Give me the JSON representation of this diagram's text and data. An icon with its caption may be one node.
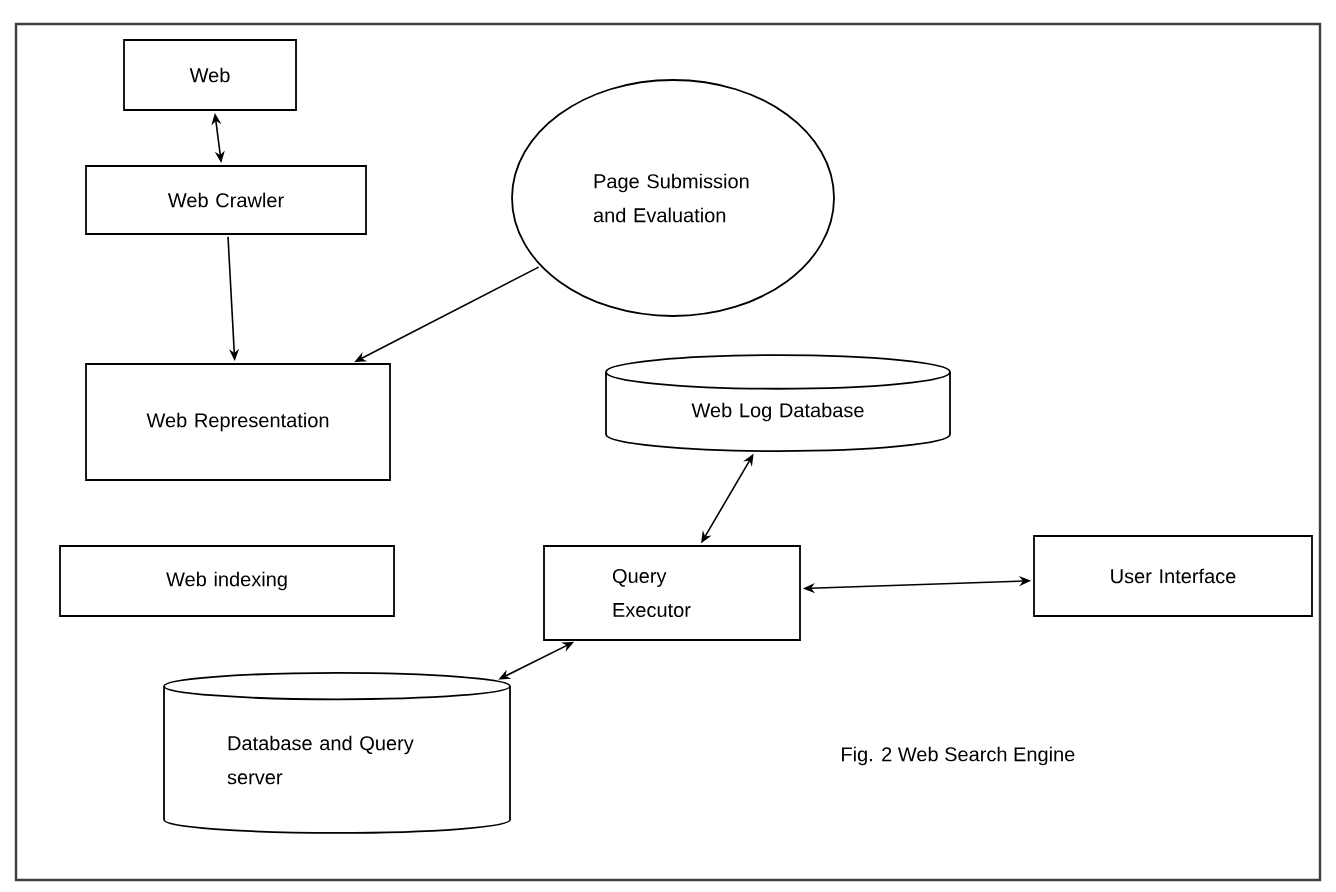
{
  "diagram": {
    "caption": "Fig. 2 Web Search Engine",
    "nodes": [
      {
        "text": [
          "Web"
        ]
      },
      {
        "text": [
          "Web Crawler"
        ]
      },
      {
        "text": [
          "Page Submission and Evaluation"
        ]
      },
      {
        "text": [
          "Web Representation"
        ]
      },
      {
        "text": [
          "Web Log Database"
        ]
      },
      {
        "text": [
          "Web indexing"
        ]
      },
      {
        "text": [
          "Query Executor"
        ]
      },
      {
        "text": [
          "User Interface"
        ]
      },
      {
        "text": [
          "Database and Query server"
        ]
      }
    ],
    "edges": [
      {
        "from": 0,
        "to": 1,
        "arrow": "both"
      },
      {
        "from": 1,
        "to": 3,
        "arrow": "to"
      },
      {
        "from": 2,
        "to": 3,
        "arrow": "to"
      },
      {
        "from": 4,
        "to": 6,
        "arrow": "both"
      },
      {
        "from": 6,
        "to": 7,
        "arrow": "both"
      },
      {
        "from": 6,
        "to": 8,
        "arrow": "both"
      }
    ]
  }
}
